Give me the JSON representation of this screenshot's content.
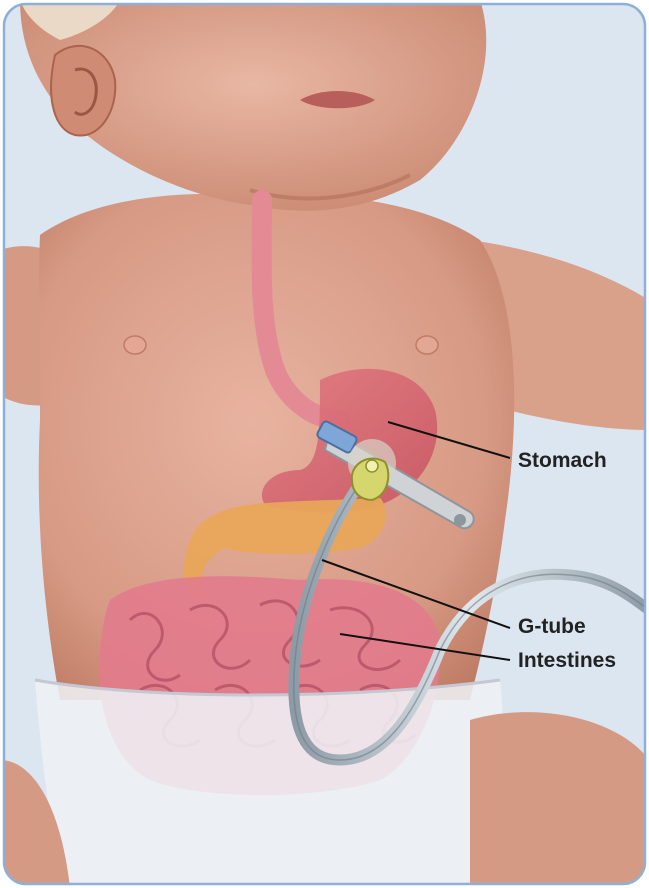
{
  "labels": {
    "stomach": "Stomach",
    "g_tube": "G-tube",
    "intestines": "Intestines"
  },
  "colors": {
    "background": "#dce6f0",
    "frame_border": "#8fb0d6",
    "skin": "#dda48f",
    "skin_shadow": "#b9765f",
    "esophagus": "#e58f98",
    "stomach": "#d9636f",
    "intestine": "#e27b8c",
    "duodenum": "#e8a65a",
    "diaper": "#eef0f4",
    "tube": "#b9c6cf",
    "tube_connector": "#d6d66e",
    "tube_valve": "#7fa6d9",
    "leader_line": "#111111",
    "label_text": "#222222"
  }
}
